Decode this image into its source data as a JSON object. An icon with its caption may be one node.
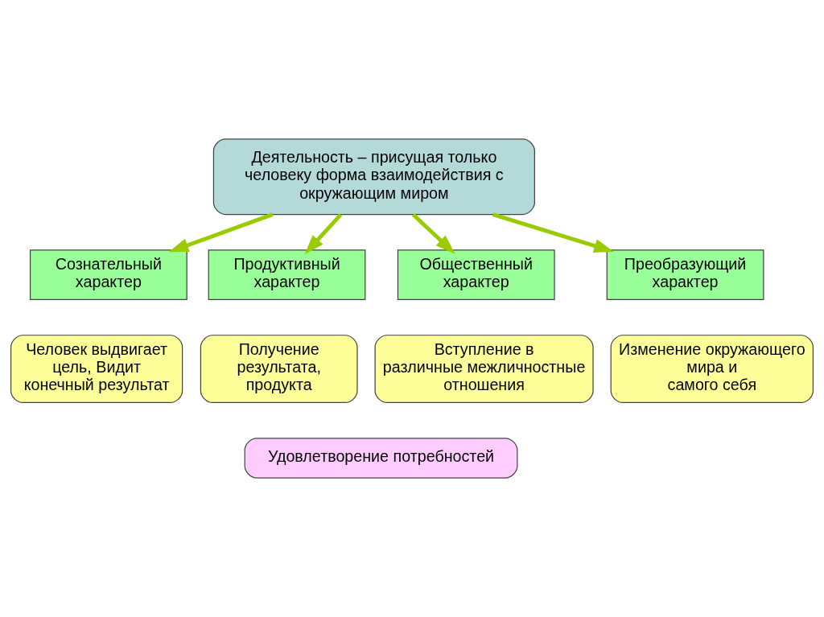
{
  "diagram": {
    "nodes": [
      {
        "text": [
          "Деятельность – присущая только человеку форма взаимодействия с окружающим миром"
        ]
      },
      {
        "text": [
          "Сознательный характер"
        ]
      },
      {
        "text": [
          "Продуктивный характер"
        ]
      },
      {
        "text": [
          "Общественный характер"
        ]
      },
      {
        "text": [
          "Преобразующий характер"
        ]
      },
      {
        "text": [
          "Человек выдвигает цель, Видит конечный результат"
        ]
      },
      {
        "text": [
          "Получение результата, продукта"
        ]
      },
      {
        "text": [
          "Вступление в различные межличностные отношения"
        ]
      },
      {
        "text": [
          "Изменение окружающего мира и самого себя"
        ]
      },
      {
        "text": [
          "Удовлетворение потребностей"
        ]
      }
    ],
    "edges": [
      {
        "from": 0,
        "to": 1,
        "arrow": "to"
      },
      {
        "from": 0,
        "to": 2,
        "arrow": "to"
      },
      {
        "from": 0,
        "to": 3,
        "arrow": "to"
      },
      {
        "from": 0,
        "to": 4,
        "arrow": "to"
      }
    ]
  }
}
